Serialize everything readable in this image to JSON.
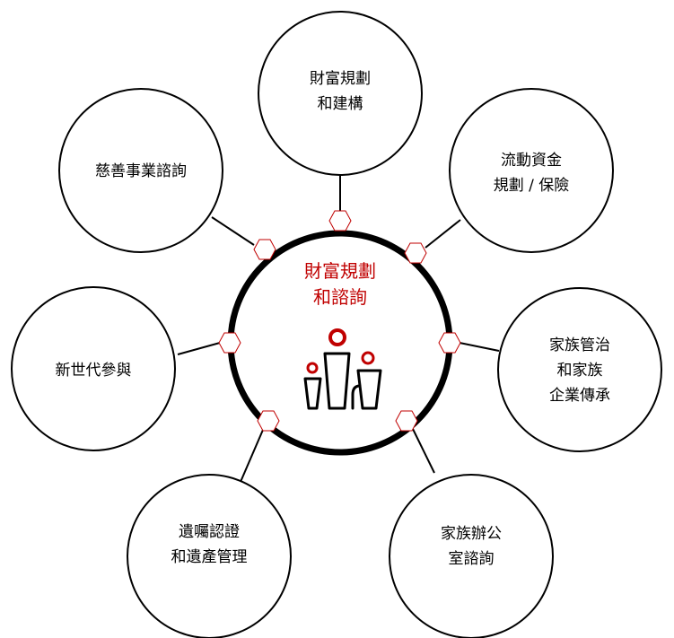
{
  "center": {
    "line1": "財富規劃",
    "line2": "和諮詢",
    "icon": "family-icon",
    "accent_color": "#c00000"
  },
  "nodes": [
    {
      "id": "wealth-planning",
      "lines": [
        "財富規劃",
        "和建構"
      ]
    },
    {
      "id": "liquidity",
      "lines": [
        "流動資金",
        "規劃 / 保險"
      ]
    },
    {
      "id": "family-governance",
      "lines": [
        "家族管治",
        "和家族",
        "企業傳承"
      ]
    },
    {
      "id": "family-office",
      "lines": [
        "家族辦公",
        "室諮詢"
      ]
    },
    {
      "id": "wills-estate",
      "lines": [
        "遺囑認證",
        "和遺產管理"
      ]
    },
    {
      "id": "next-generation",
      "lines": [
        "新世代參與"
      ]
    },
    {
      "id": "philanthropy",
      "lines": [
        "慈善事業諮詢"
      ]
    }
  ]
}
